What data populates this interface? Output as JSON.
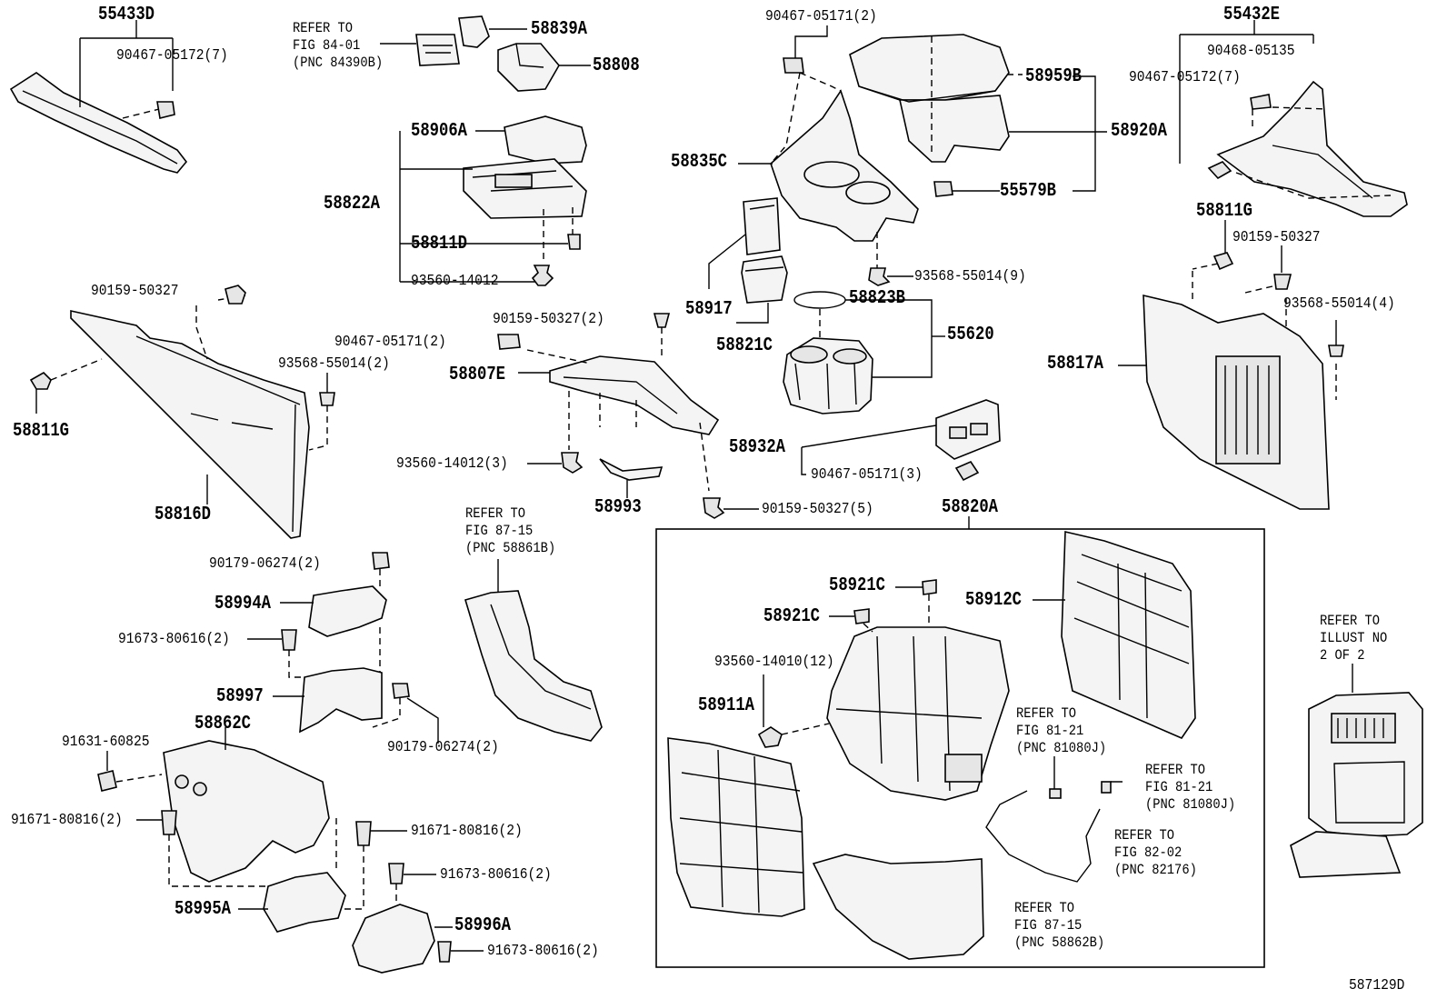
{
  "labels": {
    "l_55433D": "55433D",
    "l_90467_05172_7_a": "90467-05172(7)",
    "ref_fig84": "REFER TO\nFIG 84-01\n(PNC 84390B)",
    "l_58839A": "58839A",
    "l_58808": "58808",
    "l_90467_05171_2_top": "90467-05171(2)",
    "l_58959B": "58959B",
    "l_58920A": "58920A",
    "l_58835C": "58835C",
    "l_55579B": "55579B",
    "l_55432E": "55432E",
    "l_90468_05135": "90468-05135",
    "l_90467_05172_7_b": "90467-05172(7)",
    "l_58906A": "58906A",
    "l_58822A": "58822A",
    "l_58811D": "58811D",
    "l_93560_14012": "93560-14012",
    "l_93568_55014_9": "93568-55014(9)",
    "l_58811G_right": "58811G",
    "l_90159_50327_right": "90159-50327",
    "l_93568_55014_4": "93568-55014(4)",
    "l_58817A": "58817A",
    "l_90159_50327_left": "90159-50327",
    "l_93568_55014_2": "93568-55014(2)",
    "l_58811G_left": "58811G",
    "l_58816D": "58816D",
    "l_90159_50327_2": "90159-50327(2)",
    "l_90467_05171_2_mid": "90467-05171(2)",
    "l_58807E": "58807E",
    "l_58917": "58917",
    "l_58821C": "58821C",
    "l_58823B": "58823B",
    "l_55620": "55620",
    "l_93560_14012_3": "93560-14012(3)",
    "l_58993": "58993",
    "l_58932A": "58932A",
    "l_90467_05171_3": "90467-05171(3)",
    "l_90159_50327_5": "90159-50327(5)",
    "ref_fig8715_a": "REFER TO\nFIG 87-15\n(PNC 58861B)",
    "l_58820A": "58820A",
    "l_90179_06274_2_a": "90179-06274(2)",
    "l_58994A": "58994A",
    "l_91673_80616_2_a": "91673-80616(2)",
    "l_58997": "58997",
    "l_90179_06274_2_b": "90179-06274(2)",
    "l_91631_60825": "91631-60825",
    "l_58862C": "58862C",
    "l_91671_80816_2_a": "91671-80816(2)",
    "l_91671_80816_2_b": "91671-80816(2)",
    "l_91673_80616_2_b": "91673-80616(2)",
    "l_58995A": "58995A",
    "l_58996A": "58996A",
    "l_91673_80616_2_c": "91673-80616(2)",
    "l_58921C_a": "58921C",
    "l_58921C_b": "58921C",
    "l_58912C": "58912C",
    "l_93560_14010_12": "93560-14010(12)",
    "l_58911A": "58911A",
    "ref_fig8121_a": "REFER TO\nFIG 81-21\n(PNC 81080J)",
    "ref_fig8121_b": "REFER TO\nFIG 81-21\n(PNC 81080J)",
    "ref_fig8202": "REFER TO\nFIG 82-02\n(PNC 82176)",
    "ref_fig8715_b": "REFER TO\nFIG 87-15\n(PNC 58862B)",
    "ref_illust": "REFER TO\nILLUST NO\n2 OF 2",
    "l_587129D": "587129D"
  }
}
